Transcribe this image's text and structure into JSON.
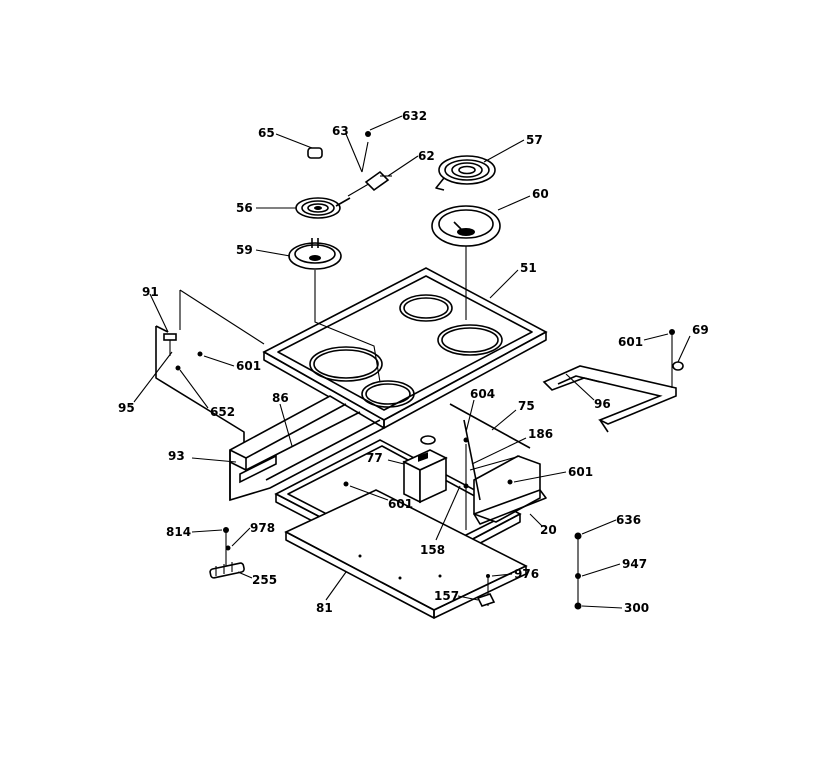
{
  "labels": {
    "l65": "65",
    "l63": "63",
    "l632": "632",
    "l57": "57",
    "l62": "62",
    "l56": "56",
    "l60": "60",
    "l59": "59",
    "l51": "51",
    "l91": "91",
    "l601a": "601",
    "l95": "95",
    "l652": "652",
    "l86": "86",
    "l601b": "601",
    "l69": "69",
    "l96": "96",
    "l604": "604",
    "l75": "75",
    "l186": "186",
    "l93": "93",
    "l77": "77",
    "l601c": "601",
    "l601d": "601",
    "l20": "20",
    "l158": "158",
    "l814": "814",
    "l978": "978",
    "l255": "255",
    "l636": "636",
    "l947": "947",
    "l81": "81",
    "l976": "976",
    "l157": "157",
    "l300": "300"
  }
}
